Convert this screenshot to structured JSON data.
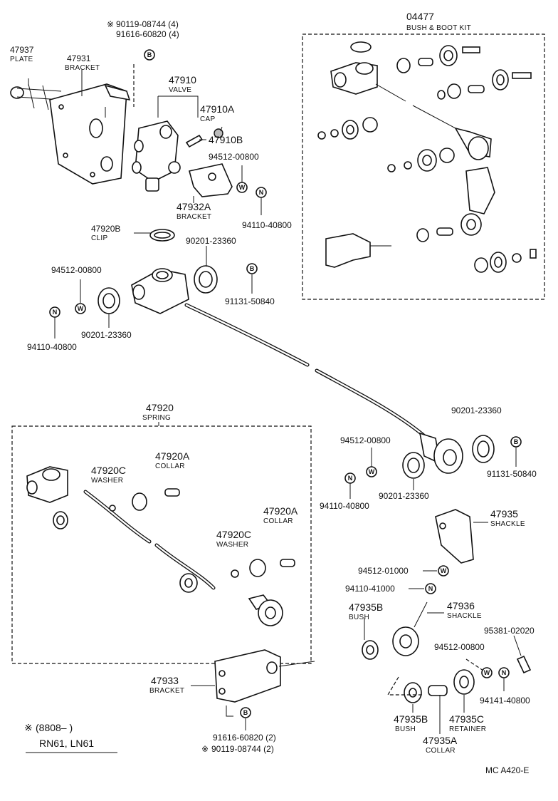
{
  "labels": {
    "p04477": "04477",
    "p04477_desc": "BUSH & BOOT KIT",
    "p47937": "47937",
    "p47937_desc": "PLATE",
    "p47931": "47931",
    "p47931_desc": "BRACKET",
    "p90119_top": "90119-08744 (4)",
    "p91616_top": "91616-60820 (4)",
    "p47910": "47910",
    "p47910_desc": "VALVE",
    "p47910A": "47910A",
    "p47910A_desc": "CAP",
    "p47910B": "47910B",
    "p94512_a": "94512-00800",
    "p47932A": "47932A",
    "p47932A_desc": "BRACKET",
    "p94110_a": "94110-40800",
    "p47920B": "47920B",
    "p47920B_desc": "CLIP",
    "p90201_a": "90201-23360",
    "p94512_b": "94512-00800",
    "p91131_a": "91131-50840",
    "p94110_b": "94110-40800",
    "p90201_b": "90201-23360",
    "p47920": "47920",
    "p47920_desc": "SPRING",
    "p47920A_1": "47920A",
    "p47920A_1_desc": "COLLAR",
    "p47920C_1": "47920C",
    "p47920C_1_desc": "WASHER",
    "p47920A_2": "47920A",
    "p47920A_2_desc": "COLLAR",
    "p47920C_2": "47920C",
    "p47920C_2_desc": "WASHER",
    "p90201_c": "90201-23360",
    "p94512_c": "94512-00800",
    "p91131_b": "91131-50840",
    "p90201_d": "90201-23360",
    "p94110_c": "94110-40800",
    "p47935": "47935",
    "p47935_desc": "SHACKLE",
    "p94512_d": "94512-01000",
    "p94110_d": "94110-41000",
    "p47935B_1": "47935B",
    "p47935B_1_desc": "BUSH",
    "p47936": "47936",
    "p47936_desc": "SHACKLE",
    "p95381": "95381-02020",
    "p94512_e": "94512-00800",
    "p94141": "94141-40800",
    "p47933": "47933",
    "p47933_desc": "BRACKET",
    "p47935B_2": "47935B",
    "p47935B_2_desc": "BUSH",
    "p47935C": "47935C",
    "p47935C_desc": "RETAINER",
    "p47935A": "47935A",
    "p47935A_desc": "COLLAR",
    "p91616_bot": "91616-60820 (2)",
    "p90119_bot": "90119-08744 (2)",
    "note_date": "(8808–        )",
    "note_models": "RN61, LN61",
    "code": "MC  A420-E",
    "mark": "※",
    "badge_b": "B",
    "badge_n": "N",
    "badge_w": "W"
  }
}
